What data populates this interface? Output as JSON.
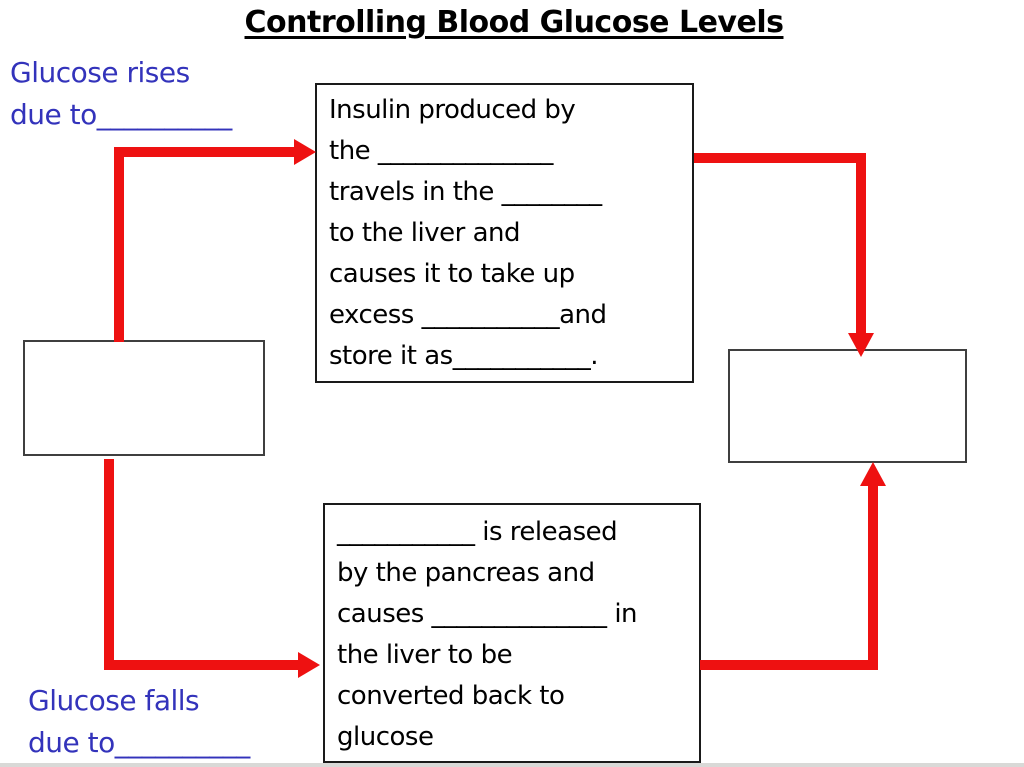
{
  "title": "Controlling Blood Glucose Levels",
  "labels": {
    "rise": {
      "line1": "Glucose rises",
      "line2": "due to__________"
    },
    "fall": {
      "line1": "Glucose falls",
      "line2": "due to__________"
    }
  },
  "boxes": {
    "insulin": {
      "lines": [
        "Insulin produced by",
        "the ______________",
        "travels in the ________",
        "to the liver and",
        "causes it to take up",
        "excess ___________and",
        "store it as___________."
      ]
    },
    "glucagon": {
      "lines": [
        "___________ is released",
        "by the pancreas and",
        "causes ______________ in",
        "the liver to be",
        "converted back to",
        "glucose"
      ]
    }
  },
  "arrows": [
    {
      "name": "glucose-rises-to-insulin-box",
      "from": "left-blank-box",
      "to": "insulin-box",
      "shape": "up-then-right"
    },
    {
      "name": "insulin-box-to-right-box",
      "from": "insulin-box",
      "to": "right-blank-box",
      "shape": "right-then-down"
    },
    {
      "name": "left-box-to-glucagon-box",
      "from": "left-blank-box",
      "to": "glucagon-box",
      "shape": "down-then-right"
    },
    {
      "name": "glucagon-box-to-right-box",
      "from": "glucagon-box",
      "to": "right-blank-box",
      "shape": "right-then-up"
    }
  ],
  "colors": {
    "arrow_red": "#ee1111",
    "label_blue": "#3333bb",
    "box_border_dark": "#1a1a1a",
    "blank_box_border": "#3f3f3f",
    "background": "#ffffff",
    "bottom_edge_gray": "#d9d9d7"
  }
}
